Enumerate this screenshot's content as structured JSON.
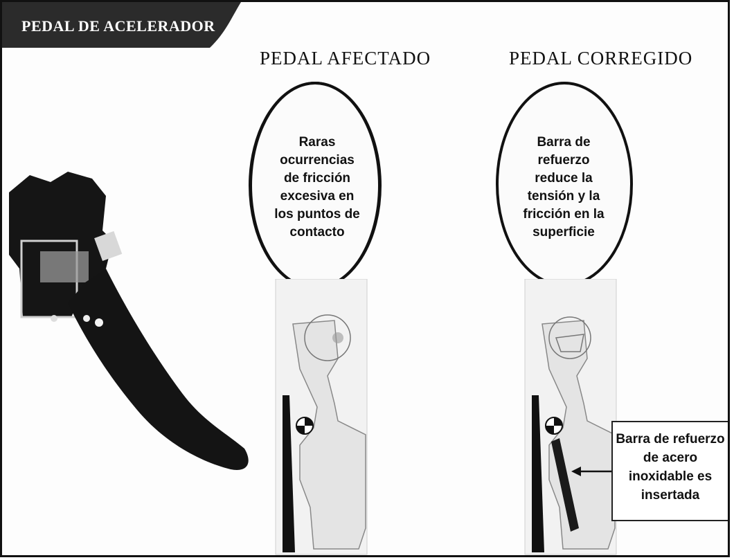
{
  "header": {
    "title": "PEDAL DE ACELERADOR"
  },
  "columns": {
    "affected": {
      "heading": "PEDAL AFECTADO",
      "circle_lines": [
        "Raras",
        "ocurrencias",
        "de fricción",
        "excesiva en",
        "los puntos de",
        "contacto"
      ]
    },
    "corrected": {
      "heading": "PEDAL CORREGIDO",
      "circle_lines": [
        "Barra de",
        "refuerzo",
        "reduce la",
        "tensión y la",
        "fricción en la",
        "superficie"
      ]
    }
  },
  "callout": {
    "lines": [
      "Barra de refuerzo",
      "de acero",
      "inoxidable es",
      "insertada"
    ]
  },
  "colors": {
    "title_bg": "#2b2b2b",
    "ink": "#111111",
    "diagram_fill": "#e4e4e4"
  }
}
